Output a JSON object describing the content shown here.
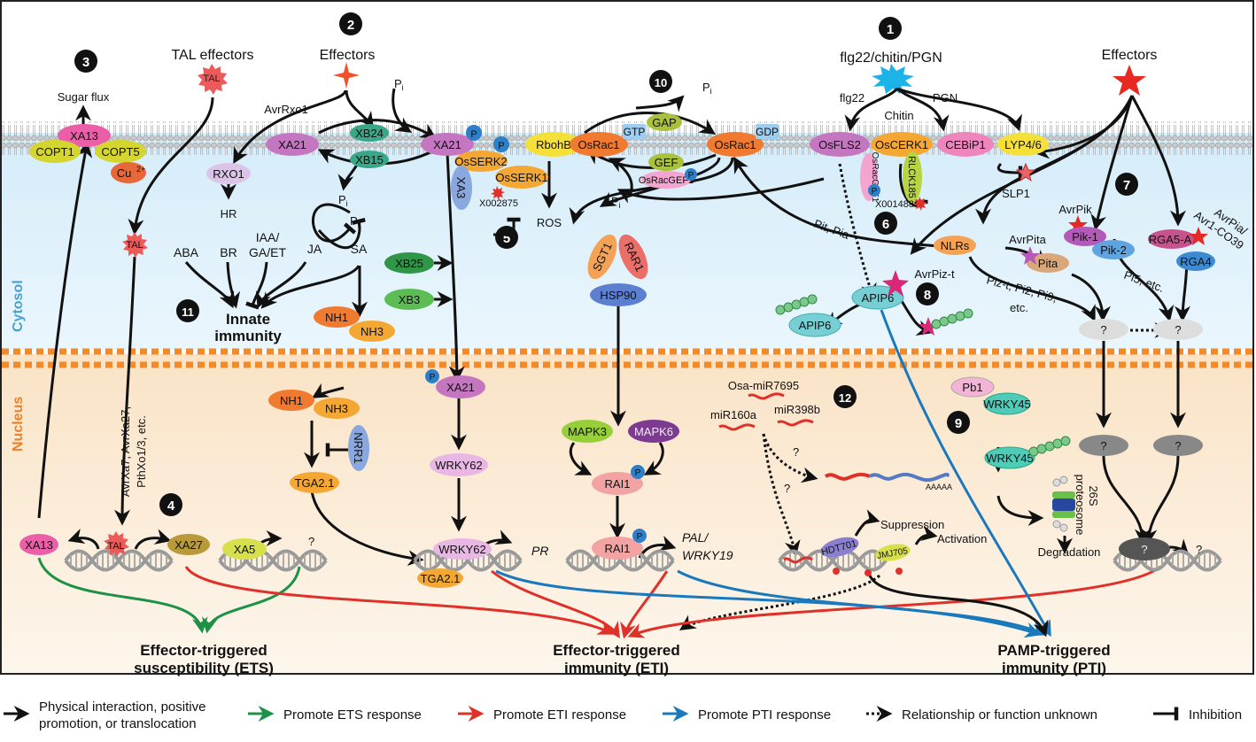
{
  "colors": {
    "cytosol_bg_top": "#ffffff",
    "cytosol_bg": "#d4ecf8",
    "nucleus_bg": "#fbe7cc",
    "nuclear_envelope": "#f28a2a",
    "black_arrow": "#111111",
    "ets_green": "#1d9146",
    "eti_red": "#e0302a",
    "pti_blue": "#1a78bd",
    "cytosol_label": "#4a9fd1",
    "nucleus_label": "#e8812b"
  },
  "compartments": {
    "cytosol": "Cytosol",
    "nucleus": "Nucleus"
  },
  "step_numbers": [
    "1",
    "2",
    "3",
    "4",
    "5",
    "6",
    "7",
    "8",
    "9",
    "10",
    "11",
    "12"
  ],
  "top_labels": {
    "tal_effectors": "TAL effectors",
    "effectors_left": "Effectors",
    "pamps": "flg22/chitin/PGN",
    "effectors_right": "Effectors",
    "flg22": "flg22",
    "chitin": "Chitin",
    "pgn": "PGN",
    "sugar_flux": "Sugar flux",
    "avrrxo1": "AvrRxo1",
    "pi": "P",
    "pi_sub": "i"
  },
  "membrane_proteins": {
    "xa13_top": "XA13",
    "copt1": "COPT1",
    "copt5": "COPT5",
    "cu": "Cu",
    "cu_sup": "2+",
    "xa21_left": "XA21",
    "xb24": "XB24",
    "xb15": "XB15",
    "xa21_right": "XA21",
    "osserk2": "OsSERK2",
    "osserk1": "OsSERK1",
    "xa3": "XA3",
    "x002875": "X002875",
    "rbohb": "RbohB",
    "osrac1_gtp": "OsRac1",
    "gtp": "GTP",
    "gap": "GAP",
    "gef": "GEF",
    "osracgef1_a": "OsRacGEF1",
    "osrac1_gdp": "OsRac1",
    "gdp": "GDP",
    "osfls2": "OsFLS2",
    "oscerk1": "OsCERK1",
    "cebip1": "CEBiP1",
    "lyp46": "LYP4/6",
    "osracgef1_b": "OsRacGEF1",
    "rlck185": "RLCK185",
    "x001488": "X001488",
    "slp1": "SLP1",
    "ros": "ROS",
    "p": "P"
  },
  "cytosol": {
    "tal": "TAL",
    "rxo1": "RXO1",
    "hr": "HR",
    "aba": "ABA",
    "br": "BR",
    "iaa": "IAA/",
    "gaet": "GA/ET",
    "ja": "JA",
    "sa": "SA",
    "innate1": "Innate",
    "innate2": "immunity",
    "nh1": "NH1",
    "nh3": "NH3",
    "xb25": "XB25",
    "xb3": "XB3",
    "sgt1": "SGT1",
    "rar1": "RAR1",
    "hsp90": "HSP90",
    "pit_pia": "Pit, Pia",
    "nlrs": "NLRs",
    "avrpita": "AvrPita",
    "pita": "Pita",
    "avrpik": "AvrPik",
    "pik1": "Pik-1",
    "pik2": "Pik-2",
    "avrpia": "AvrPia/",
    "avr1co39": "Avr1-CO39",
    "rga5a": "RGA5-A",
    "rga4": "RGA4",
    "apip6_a": "APIP6",
    "apip6_b": "APIP6",
    "avrpizt": "AvrPiz-t",
    "piz_t": "Piz-t, Pi2, Pi9,",
    "etc": "etc.",
    "pi5": "Pi5, etc.",
    "unknown": "?"
  },
  "nucleus": {
    "tal_genes_1": "AvrXa7, AvrXa27,",
    "tal_genes_2": "PthXo1/3, etc.",
    "xa13": "XA13",
    "tal": "TAL",
    "xa27": "XA27",
    "xa5": "XA5",
    "nh1": "NH1",
    "nh3": "NH3",
    "nrr1": "NRR1",
    "tga21_a": "TGA2.1",
    "tga21_b": "TGA2.1",
    "xa21": "XA21",
    "wrky62_a": "WRKY62",
    "wrky62_b": "WRKY62",
    "pr": "PR",
    "mapk3": "MAPK3",
    "mapk6": "MAPK6",
    "rai1_a": "RAI1",
    "rai1_b": "RAI1",
    "pal1": "PAL/",
    "pal2": "WRKY19",
    "osa_mir7695": "Osa-miR7695",
    "mir160a": "miR160a",
    "mir398b": "miR398b",
    "polya": "AAAAA",
    "hdt701": "HDT701",
    "jmj705": "JMJ705",
    "suppression": "Suppression",
    "activation": "Activation",
    "pb1": "Pb1",
    "wrky45_a": "WRKY45",
    "wrky45_b": "WRKY45",
    "proteosome": "26S",
    "proteosome2": "proteosome",
    "degradation": "Degradation",
    "unknown": "?"
  },
  "outcomes": {
    "ets_1": "Effector-triggered",
    "ets_2": "susceptibility (ETS)",
    "eti_1": "Effector-triggered",
    "eti_2": "immunity (ETI)",
    "pti_1": "PAMP-triggered",
    "pti_2": "immunity (PTI)"
  },
  "legend": [
    {
      "label_1": "Physical interaction, positive",
      "label_2": "promotion, or translocation",
      "type": "black"
    },
    {
      "label": "Promote ETS response",
      "type": "green"
    },
    {
      "label": "Promote ETI response",
      "type": "red"
    },
    {
      "label": "Promote PTI response",
      "type": "blue"
    },
    {
      "label": "Relationship or function unknown",
      "type": "dotted"
    },
    {
      "label": "Inhibition",
      "type": "inhibit"
    }
  ]
}
